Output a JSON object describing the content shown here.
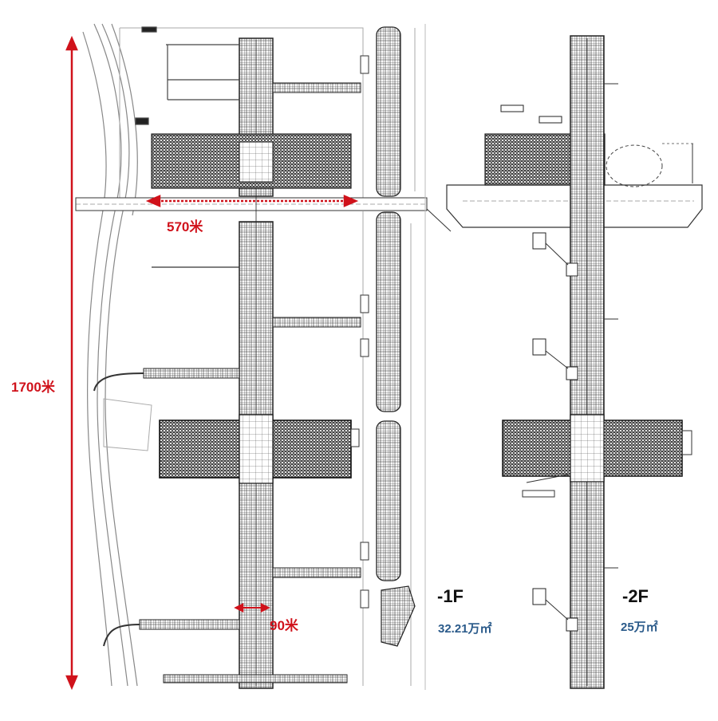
{
  "dimensions": {
    "total_length": "1700米",
    "width_top": "570米",
    "width_bottom": "90米"
  },
  "floors": [
    {
      "level": "-1F",
      "area": "32.21万㎡"
    },
    {
      "level": "-2F",
      "area": "25万㎡"
    }
  ],
  "colors": {
    "dimension": "#d0121b",
    "area_text": "#2a5a8a",
    "drawing_line": "#222222"
  }
}
